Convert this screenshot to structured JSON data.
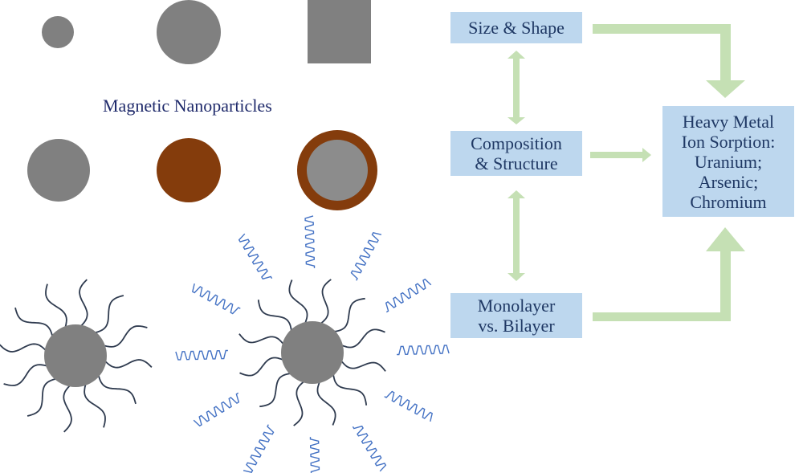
{
  "title": "Magnetic Nanoparticles",
  "boxes": {
    "size_shape": "Size & Shape",
    "composition_1": "Composition",
    "composition_2": "& Structure",
    "layer_1": "Monolayer",
    "layer_2": "vs. Bilayer",
    "outcome_1": "Heavy Metal",
    "outcome_2": "Ion Sorption:",
    "outcome_3": "Uranium;",
    "outcome_4": "Arsenic;",
    "outcome_5": "Chromium"
  },
  "colors": {
    "particle": "#808080",
    "shell": "#843c0c",
    "box": "#bdd7ee",
    "arrow": "#c5e0b4",
    "ligand_inner": "#2f3b4f",
    "ligand_outer": "#4472c4"
  }
}
